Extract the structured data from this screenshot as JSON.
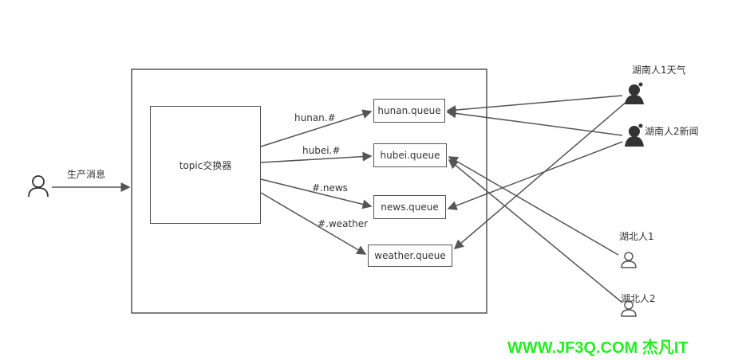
{
  "producer": {
    "label": "生产消息"
  },
  "exchange": {
    "label": "topic交换器"
  },
  "routing_keys": [
    "hunan.#",
    "hubei.#",
    "#.news",
    "#.weather"
  ],
  "queues": [
    "hunan.queue",
    "hubei.queue",
    "news.queue",
    "weather.queue"
  ],
  "consumers": [
    "湖南人1天气",
    "湖南人2新闻",
    "湖北人1",
    "湖北人2"
  ],
  "watermark": "WWW.JF3Q.COM 杰凡IT",
  "colors": {
    "line": "#555555",
    "watermark": "#22ee22"
  }
}
